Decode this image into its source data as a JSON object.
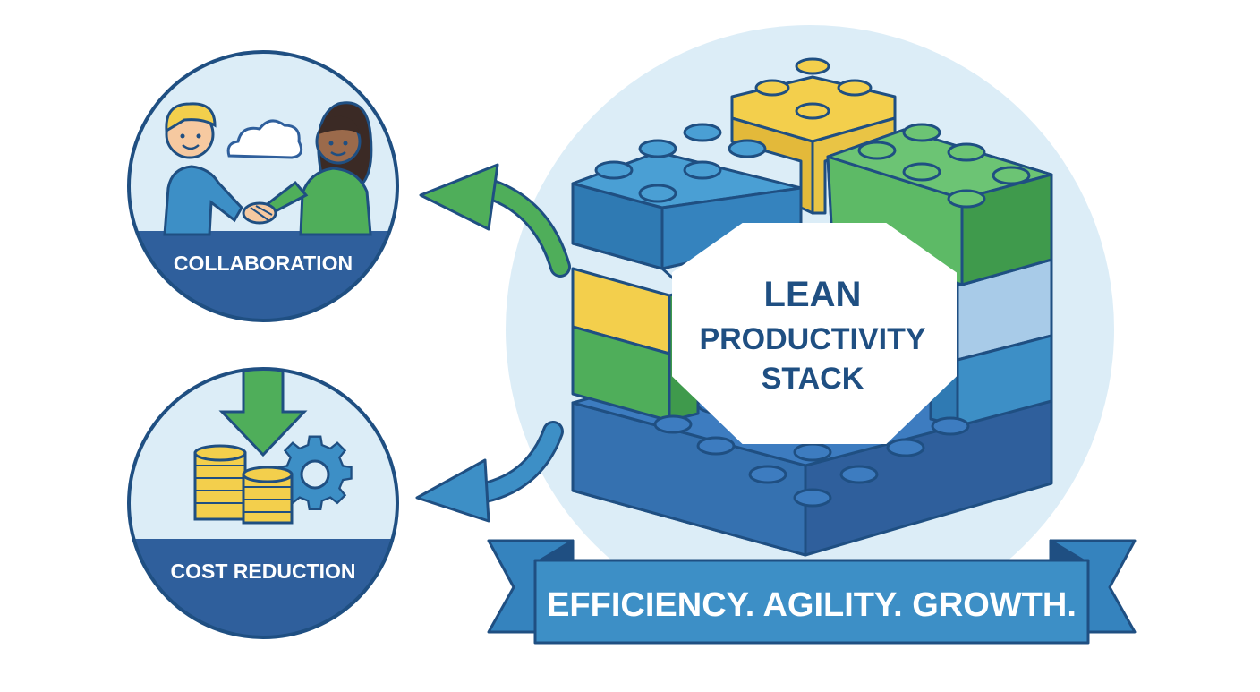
{
  "badges": {
    "collaboration": {
      "label": "COLLABORATION",
      "icons": [
        "person-icon",
        "person-icon",
        "cloud-icon",
        "handshake-icon"
      ]
    },
    "cost_reduction": {
      "label": "COST REDUCTION",
      "icons": [
        "down-arrow-icon",
        "coin-stack-icon",
        "gear-icon"
      ]
    }
  },
  "center": {
    "title_line1": "LEAN",
    "title_line2": "PRODUCTIVITY",
    "title_line3": "STACK"
  },
  "ribbon": {
    "text": "EFFICIENCY. AGILITY. GROWTH."
  },
  "colors": {
    "dark_blue": "#2f5f9c",
    "mid_blue": "#3d8fc6",
    "light_blue": "#dcedf7",
    "green": "#4fae5a",
    "yellow": "#f3cf4c",
    "outline": "#1f4f82"
  }
}
